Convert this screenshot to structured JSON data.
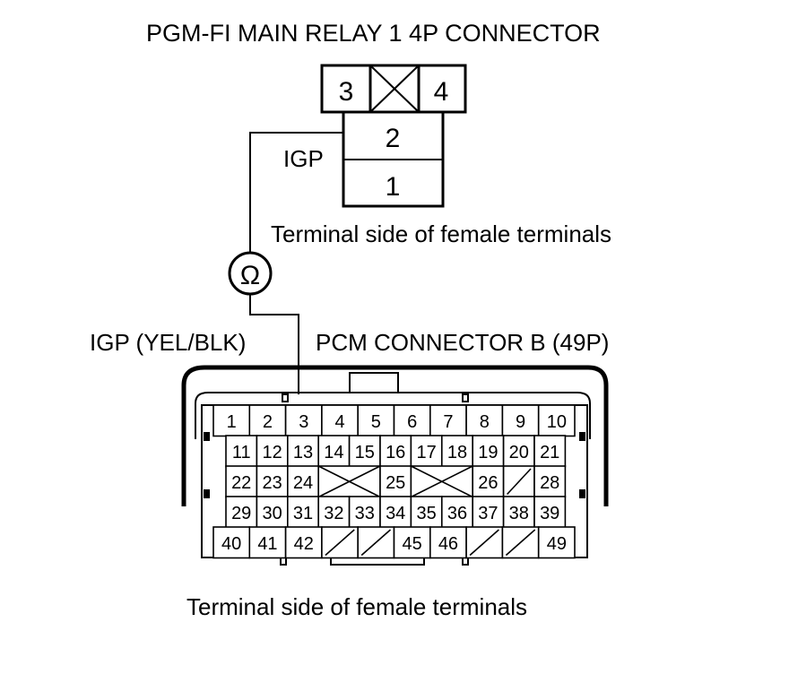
{
  "relay": {
    "title": "PGM-FI MAIN RELAY 1 4P CONNECTOR",
    "terminals": [
      "3",
      "4",
      "2",
      "1"
    ],
    "wire_label": "IGP",
    "note": "Terminal side of female terminals"
  },
  "meter": {
    "symbol": "Ω"
  },
  "pcm": {
    "wire_label": "IGP (YEL/BLK)",
    "title": "PCM CONNECTOR B (49P)",
    "note": "Terminal side of female terminals",
    "rows": [
      [
        "1",
        "2",
        "3",
        "4",
        "5",
        "6",
        "7",
        "8",
        "9",
        "10"
      ],
      [
        "11",
        "12",
        "13",
        "14",
        "15",
        "16",
        "17",
        "18",
        "19",
        "20",
        "21"
      ],
      [
        "22",
        "23",
        "24",
        "25",
        "26",
        "28"
      ],
      [
        "29",
        "30",
        "31",
        "32",
        "33",
        "34",
        "35",
        "36",
        "37",
        "38",
        "39"
      ],
      [
        "40",
        "41",
        "42",
        "45",
        "46",
        "49"
      ]
    ]
  }
}
